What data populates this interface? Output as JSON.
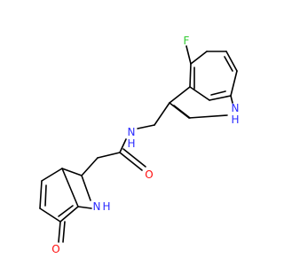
{
  "colors": {
    "bond": "#000000",
    "carbon": "#000000",
    "fluorine": "#33cc33",
    "nitrogen": "#2c2cff",
    "oxygen": "#ff0d0d",
    "background": "#ffffff"
  },
  "atoms": {
    "fluorine": "F",
    "amide_nh": "N",
    "amide_h": "H",
    "indole_nh": "N",
    "indole_h": "H",
    "lactam_nh": "N",
    "lactam_h": "H",
    "carbonyl_o1": "O",
    "carbonyl_o2": "O"
  }
}
